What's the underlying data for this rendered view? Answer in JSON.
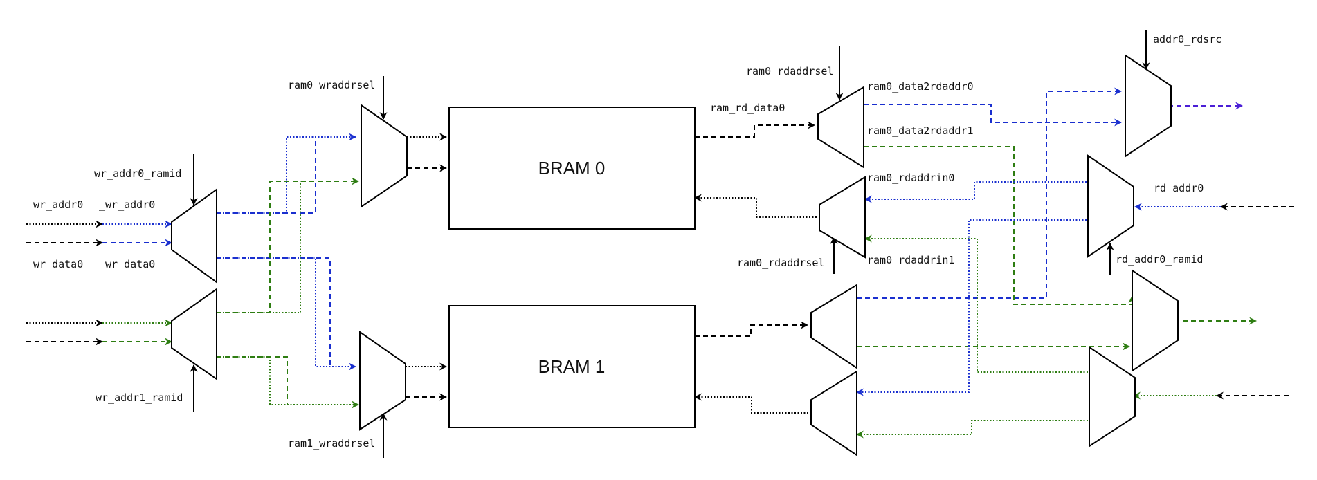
{
  "colors": {
    "black": "#000000",
    "blue": "#1a2fcf",
    "green": "#2e7d12",
    "purple": "#4b1fd6"
  },
  "blocks": {
    "bram0": "BRAM 0",
    "bram1": "BRAM 1"
  },
  "labels": {
    "ram0_wraddrsel": "ram0_wraddrsel",
    "wr_addr0_ramid": "wr_addr0_ramid",
    "wr_addr0": "wr_addr0",
    "wr_addr0_out": "_wr_addr0",
    "wr_data0": "wr_data0",
    "wr_data0_out": "_wr_data0",
    "wr_addr1_ramid": "wr_addr1_ramid",
    "ram1_wraddrsel": "ram1_wraddrsel",
    "ram_rd_data0": "ram_rd_data0",
    "ram0_rdaddrsel_top": "ram0_rdaddrsel",
    "ram0_data2rdaddr0": "ram0_data2rdaddr0",
    "ram0_data2rdaddr1": "ram0_data2rdaddr1",
    "ram0_rdaddrin0": "ram0_rdaddrin0",
    "ram0_rdaddrsel_bottom": "ram0_rdaddrsel",
    "ram0_rdaddrin1": "ram0_rdaddrin1",
    "addr0_rdsrc": "addr0_rdsrc",
    "rd_addr0": "_rd_addr0",
    "rd_addr0_ramid": "rd_addr0_ramid"
  }
}
